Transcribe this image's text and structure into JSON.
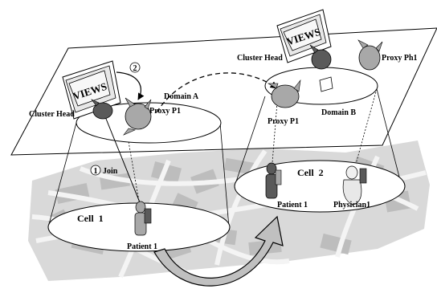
{
  "colors": {
    "plane_fill": "#ffffff",
    "map_bg": "#d9d9d9",
    "street": "#f4f4f4",
    "block": "#bdbdbd",
    "ellipse_fill": "#ffffff",
    "figure_dark": "#5a5a5a",
    "figure_light": "#a8a8a8",
    "arrow_fill": "#c0c0c0"
  },
  "labels": {
    "cluster_head_a": "Cluster Head",
    "proxy_p1_a": "Proxy P1",
    "domain_a": "Domain A",
    "step_2": "2",
    "cluster_head_b": "Cluster Head",
    "proxy_p1_b": "Proxy P1",
    "proxy_ph1": "Proxy Ph1",
    "domain_b": "Domain B",
    "step_1": "1",
    "join": "Join",
    "cell_1": "Cell  1",
    "patient_1_a": "Patient 1",
    "cell_2": "Cell  2",
    "patient_1_b": "Patient 1",
    "physician1": "Physician1",
    "views_a": "VIEWS",
    "views_b": "VIEWS"
  },
  "icons": [
    "views-server-icon",
    "agent-creature-icon",
    "patient-device-icon",
    "physician-icon",
    "map-background"
  ]
}
